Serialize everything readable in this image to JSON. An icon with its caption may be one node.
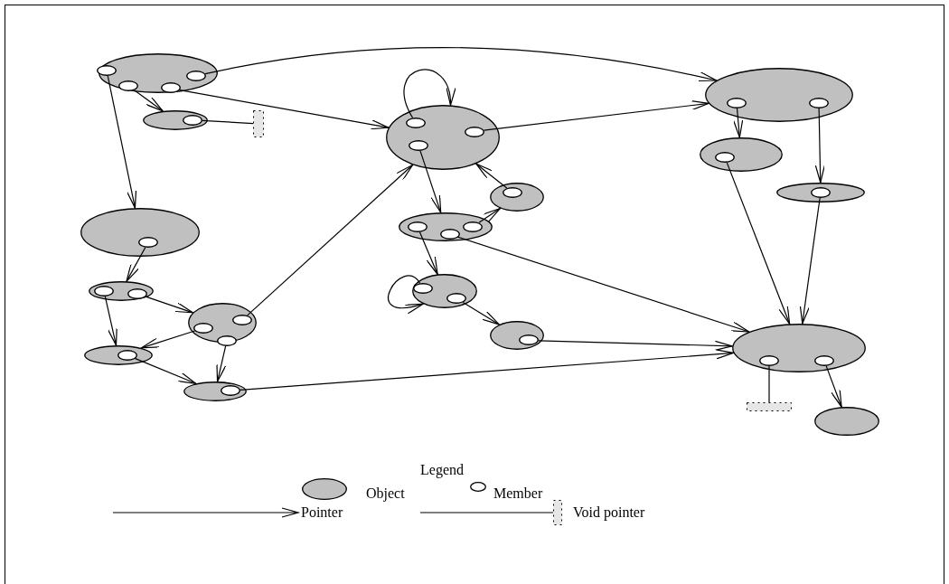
{
  "diagram": {
    "nodes": [
      {
        "text": [],
        "shape": "ellipse"
      },
      {
        "text": [],
        "shape": "ellipse",
        "in": 0
      },
      {
        "text": [],
        "shape": "ellipse",
        "in": 0
      },
      {
        "text": [],
        "shape": "ellipse",
        "in": 0
      },
      {
        "text": [],
        "shape": "ellipse",
        "in": 0
      },
      {
        "text": [],
        "shape": "ellipse"
      },
      {
        "text": [],
        "shape": "ellipse",
        "in": 5
      },
      {
        "text": [],
        "shape": "box"
      },
      {
        "text": [],
        "shape": "ellipse"
      },
      {
        "text": [],
        "shape": "ellipse",
        "in": 8
      },
      {
        "text": [],
        "shape": "ellipse"
      },
      {
        "text": [],
        "shape": "ellipse",
        "in": 10
      },
      {
        "text": [],
        "shape": "ellipse",
        "in": 10
      },
      {
        "text": [],
        "shape": "ellipse"
      },
      {
        "text": [],
        "shape": "ellipse",
        "in": 13
      },
      {
        "text": [],
        "shape": "ellipse",
        "in": 13
      },
      {
        "text": [],
        "shape": "ellipse",
        "in": 13
      },
      {
        "text": [],
        "shape": "ellipse"
      },
      {
        "text": [],
        "shape": "ellipse",
        "in": 17
      },
      {
        "text": [],
        "shape": "ellipse"
      },
      {
        "text": [],
        "shape": "ellipse",
        "in": 19
      },
      {
        "text": [],
        "shape": "ellipse"
      },
      {
        "text": [],
        "shape": "ellipse",
        "in": 21
      },
      {
        "text": [],
        "shape": "ellipse",
        "in": 21
      },
      {
        "text": [],
        "shape": "ellipse",
        "in": 21
      },
      {
        "text": [],
        "shape": "ellipse"
      },
      {
        "text": [],
        "shape": "ellipse",
        "in": 25
      },
      {
        "text": [],
        "shape": "ellipse"
      },
      {
        "text": [],
        "shape": "ellipse",
        "in": 27
      },
      {
        "text": [],
        "shape": "ellipse",
        "in": 27
      },
      {
        "text": [],
        "shape": "ellipse",
        "in": 27
      },
      {
        "text": [],
        "shape": "ellipse"
      },
      {
        "text": [],
        "shape": "ellipse",
        "in": 31
      },
      {
        "text": [],
        "shape": "ellipse",
        "in": 31
      },
      {
        "text": [],
        "shape": "ellipse"
      },
      {
        "text": [],
        "shape": "ellipse",
        "in": 34
      },
      {
        "text": [],
        "shape": "ellipse"
      },
      {
        "text": [],
        "shape": "ellipse",
        "in": 36
      },
      {
        "text": [],
        "shape": "ellipse",
        "in": 36
      },
      {
        "text": [],
        "shape": "ellipse"
      },
      {
        "text": [],
        "shape": "ellipse",
        "in": 39
      },
      {
        "text": [],
        "shape": "ellipse"
      },
      {
        "text": [],
        "shape": "ellipse",
        "in": 41
      },
      {
        "text": [],
        "shape": "ellipse"
      },
      {
        "text": [],
        "shape": "ellipse",
        "in": 43
      },
      {
        "text": [],
        "shape": "ellipse",
        "in": 43
      },
      {
        "text": [],
        "shape": "box"
      },
      {
        "text": [],
        "shape": "ellipse"
      }
    ],
    "edges": [
      {
        "from": 1,
        "to": 8,
        "arrow": "to"
      },
      {
        "from": 2,
        "to": 36,
        "arrow": "to"
      },
      {
        "from": 3,
        "to": 5,
        "arrow": "to"
      },
      {
        "from": 4,
        "to": 21,
        "arrow": "to"
      },
      {
        "from": 6,
        "to": 7,
        "arrow": "none"
      },
      {
        "from": 9,
        "to": 10,
        "arrow": "to"
      },
      {
        "from": 11,
        "to": 17,
        "arrow": "to"
      },
      {
        "from": 12,
        "to": 13,
        "arrow": "to"
      },
      {
        "from": 14,
        "to": 17,
        "arrow": "to"
      },
      {
        "from": 15,
        "to": 21,
        "arrow": "to"
      },
      {
        "from": 16,
        "to": 19,
        "arrow": "to"
      },
      {
        "from": 18,
        "to": 19,
        "arrow": "to"
      },
      {
        "from": 20,
        "to": 43,
        "arrow": "to"
      },
      {
        "from": 22,
        "to": 21,
        "arrow": "to"
      },
      {
        "from": 23,
        "to": 27,
        "arrow": "to"
      },
      {
        "from": 24,
        "to": 36,
        "arrow": "to"
      },
      {
        "from": 26,
        "to": 21,
        "arrow": "to"
      },
      {
        "from": 30,
        "to": 25,
        "arrow": "to"
      },
      {
        "from": 28,
        "to": 31,
        "arrow": "to"
      },
      {
        "from": 29,
        "to": 43,
        "arrow": "to"
      },
      {
        "from": 32,
        "to": 31,
        "arrow": "to"
      },
      {
        "from": 33,
        "to": 34,
        "arrow": "to"
      },
      {
        "from": 35,
        "to": 43,
        "arrow": "to"
      },
      {
        "from": 37,
        "to": 39,
        "arrow": "to"
      },
      {
        "from": 38,
        "to": 41,
        "arrow": "to"
      },
      {
        "from": 40,
        "to": 43,
        "arrow": "to"
      },
      {
        "from": 42,
        "to": 43,
        "arrow": "to"
      },
      {
        "from": 44,
        "to": 46,
        "arrow": "none"
      },
      {
        "from": 45,
        "to": 47,
        "arrow": "to"
      }
    ],
    "labels": [
      "Legend"
    ],
    "legend": [
      {
        "text": "Object"
      },
      {
        "text": "Member"
      },
      {
        "text": "Pointer"
      },
      {
        "text": "Void pointer"
      }
    ]
  }
}
